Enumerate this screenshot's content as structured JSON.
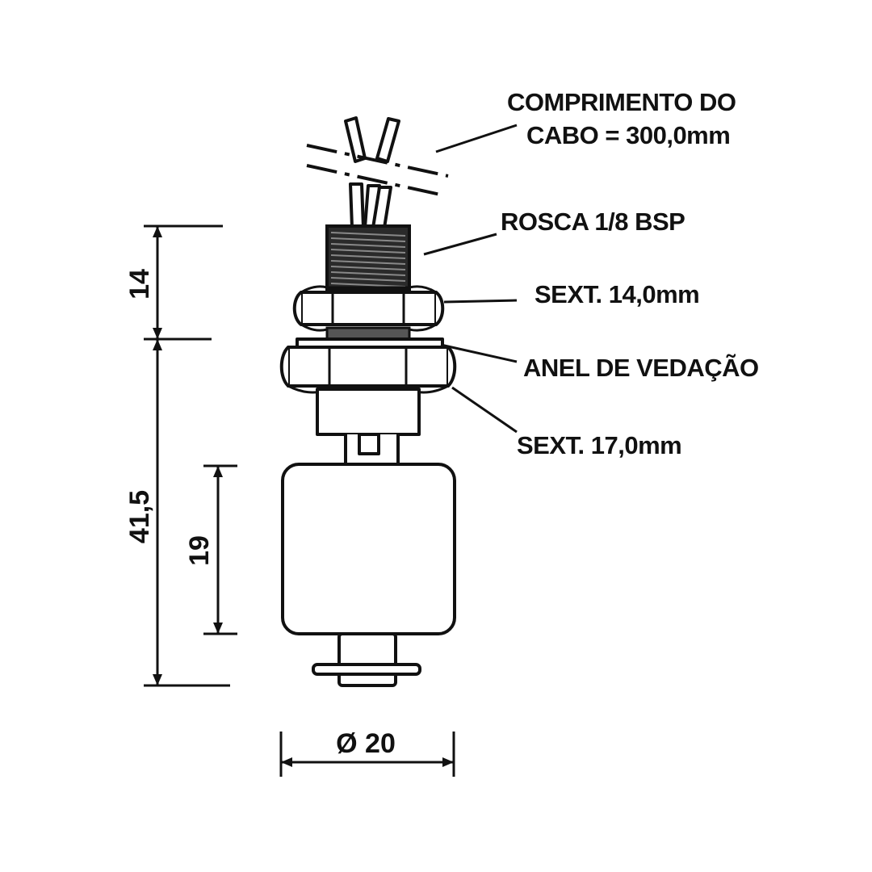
{
  "callouts": {
    "cable_length_line1": "COMPRIMENTO DO",
    "cable_length_line2": "CABO = 300,0mm",
    "thread": "ROSCA 1/8 BSP",
    "hex_small": "SEXT. 14,0mm",
    "seal_ring": "ANEL DE VEDAÇÃO",
    "hex_large": "SEXT. 17,0mm"
  },
  "dimensions": {
    "thread_height": "14",
    "total_length": "41,5",
    "float_height": "19",
    "float_diameter": "Ø 20"
  }
}
